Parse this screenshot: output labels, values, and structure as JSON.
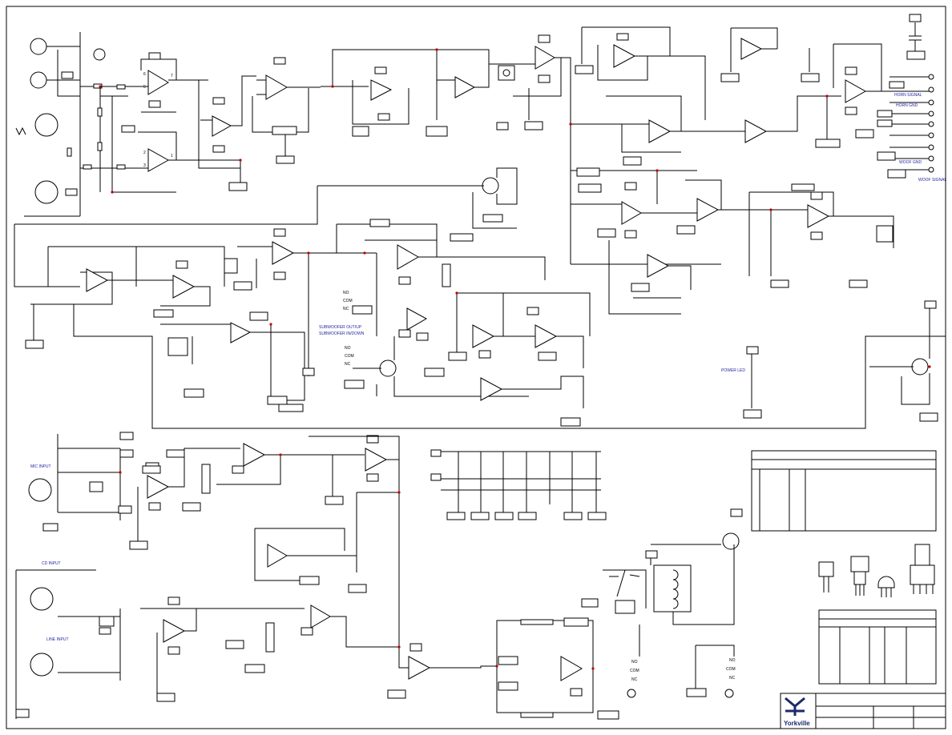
{
  "labels": {
    "horn_signal": "HORN SIGNAL",
    "horn_gnd": "HORN GND",
    "woof_gnd": "WOOF GND",
    "woof_signal": "WOOF SIGNAL",
    "subwoofer_out": "SUBWOOFER OUT/UP",
    "subwoofer_in": "SUBWOOFER IN/DOWN",
    "power_led": "POWER LED",
    "mic_input": "MIC INPUT",
    "cd_input": "CD INPUT",
    "line_input": "LINE INPUT",
    "sw_no": "NO",
    "sw_com": "COM",
    "sw_nc": "NC",
    "brand": "Yorkville"
  },
  "colors": {
    "wire": "#000000",
    "junction": "#c00000",
    "label_text": "#1f1fa0",
    "logo": "#1c2a6b"
  },
  "opamp_pins": {
    "in_minus": "2",
    "in_plus": "3",
    "out": "1",
    "in_minus_b": "6",
    "in_plus_b": "5",
    "out_b": "7"
  }
}
